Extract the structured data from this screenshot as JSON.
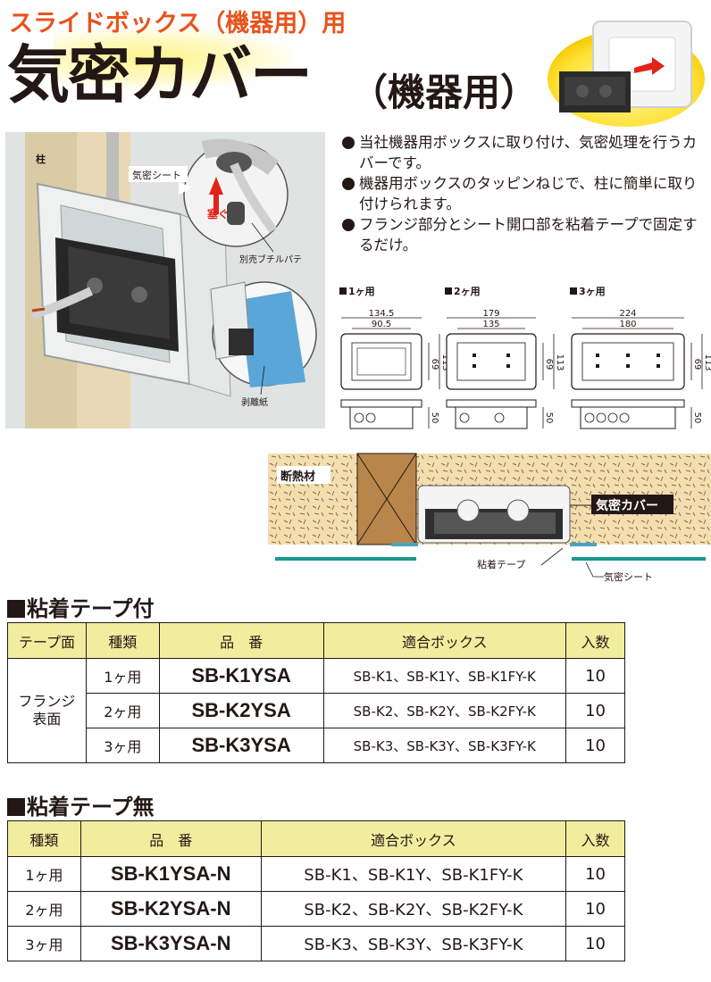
{
  "header": {
    "subtitle": "スライドボックス（機器用）用",
    "title": "気密カバー",
    "title_suffix": "（機器用）"
  },
  "illustration": {
    "label_pillar": "柱",
    "label_seal_sheet": "気密シート",
    "label_block": "塞ぐ",
    "label_butyl": "別売ブチルパテ",
    "label_release_paper": "剥離紙"
  },
  "bullets": [
    "当社機器用ボックスに取り付け、気密処理を行うカバーです。",
    "機器用ボックスのタッピンねじで、柱に簡単に取り付けられます。",
    "フランジ部分とシート開口部を粘着テープで固定するだけ。"
  ],
  "dimensions": [
    {
      "title": "1ヶ用",
      "outer_w": "134.5",
      "inner_w": "90.5",
      "inner_h": "69",
      "outer_h": "113",
      "depth": "50",
      "holes": 1
    },
    {
      "title": "2ヶ用",
      "outer_w": "179",
      "inner_w": "135",
      "inner_h": "69",
      "outer_h": "113",
      "depth": "50",
      "holes": 2
    },
    {
      "title": "3ヶ用",
      "outer_w": "224",
      "inner_w": "180",
      "inner_h": "69",
      "outer_h": "113",
      "depth": "50",
      "holes": 3
    }
  ],
  "section": {
    "label_insulation": "断熱材",
    "label_cover": "気密カバー",
    "label_tape": "粘着テープ",
    "label_sheet": "気密シート"
  },
  "table1": {
    "heading": "粘着テープ付",
    "headers": [
      "テープ面",
      "種類",
      "品　番",
      "適合ボックス",
      "入数"
    ],
    "face_line1": "フランジ",
    "face_line2": "表面",
    "rows": [
      {
        "type": "1ヶ用",
        "code": "SB-K1YSA",
        "fit": "SB-K1、SB-K1Y、SB-K1FY-K",
        "qty": "10"
      },
      {
        "type": "2ヶ用",
        "code": "SB-K2YSA",
        "fit": "SB-K2、SB-K2Y、SB-K2FY-K",
        "qty": "10"
      },
      {
        "type": "3ヶ用",
        "code": "SB-K3YSA",
        "fit": "SB-K3、SB-K3Y、SB-K3FY-K",
        "qty": "10"
      }
    ]
  },
  "table2": {
    "heading": "粘着テープ無",
    "headers": [
      "種類",
      "品　番",
      "適合ボックス",
      "入数"
    ],
    "rows": [
      {
        "type": "1ヶ用",
        "code": "SB-K1YSA-N",
        "fit": "SB-K1、SB-K1Y、SB-K1FY-K",
        "qty": "10"
      },
      {
        "type": "2ヶ用",
        "code": "SB-K2YSA-N",
        "fit": "SB-K2、SB-K2Y、SB-K2FY-K",
        "qty": "10"
      },
      {
        "type": "3ヶ用",
        "code": "SB-K3YSA-N",
        "fit": "SB-K3、SB-K3Y、SB-K3FY-K",
        "qty": "10"
      }
    ]
  },
  "colors": {
    "accent_orange": "#e8531c",
    "header_yellow": "#f1ed9f",
    "sheet_teal": "#1a9a8c",
    "insulation": "#f2deb0"
  }
}
